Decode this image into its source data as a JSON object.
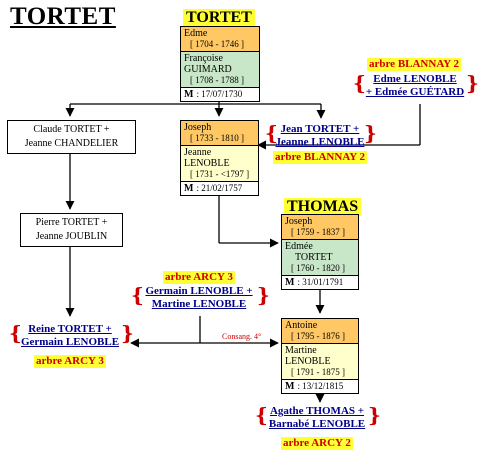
{
  "page_title": "TORTET",
  "gen1": {
    "family": "TORTET",
    "husband_name": "Edme",
    "husband_dates": "[ 1704 - 1746 ]",
    "wife_first": "Françoise",
    "wife_last": "GUIMARD",
    "wife_dates": "[ 1708 - 1788 ]",
    "marriage_label": "M",
    "marriage_date": ": 17/07/1730"
  },
  "blannay_top": {
    "tag": "arbre BLANNAY 2",
    "line1": "Edme LENOBLE",
    "line2": "+ Edmée GUÉTARD"
  },
  "claude": {
    "line1": "Claude TORTET +",
    "line2": "Jeanne CHANDELIER"
  },
  "gen2": {
    "husband_name": "Joseph",
    "husband_dates": "[ 1733 - 1810 ]",
    "wife_first": "Jeanne",
    "wife_last": "LENOBLE",
    "wife_dates": "[ 1731 - <1797 ]",
    "marriage_label": "M",
    "marriage_date": ": 21/02/1757"
  },
  "jean": {
    "line1": "Jean TORTET +",
    "line2": "Jeanne LENOBLE",
    "tag": "arbre BLANNAY 2"
  },
  "pierre": {
    "line1": "Pierre TORTET +",
    "line2": "Jeanne JOUBLIN"
  },
  "gen3": {
    "family": "THOMAS",
    "husband_name": "Joseph",
    "husband_dates": "[ 1759 - 1837 ]",
    "wife_first": "Edmée",
    "wife_last": "TORTET",
    "wife_dates": "[ 1760 - 1820 ]",
    "marriage_label": "M",
    "marriage_date": ": 31/01/1791"
  },
  "germain": {
    "tag": "arbre ARCY 3",
    "line1": "Germain LENOBLE +",
    "line2": "Martine LENOBLE"
  },
  "reine": {
    "line1": "Reine TORTET +",
    "line2": "Germain LENOBLE",
    "tag": "arbre ARCY 3"
  },
  "consang": "Consang. 4°",
  "gen4": {
    "husband_name": "Antoine",
    "husband_dates": "[ 1795 - 1876 ]",
    "wife_first": "Martine",
    "wife_last": "LENOBLE",
    "wife_dates": "[ 1791 - 1875 ]",
    "marriage_label": "M",
    "marriage_date": ": 13/12/1815"
  },
  "agathe": {
    "line1": "Agathe THOMAS +",
    "line2": "Barnabé LENOBLE",
    "tag": "arbre ARCY 2"
  },
  "colors": {
    "husband_bg": "#ffc864",
    "wife_bg": "#c8e6c8",
    "wife_alt_bg": "#ffffcc",
    "highlight": "#ffff33",
    "tag_text": "#cc0000",
    "link_text": "#00008b"
  }
}
